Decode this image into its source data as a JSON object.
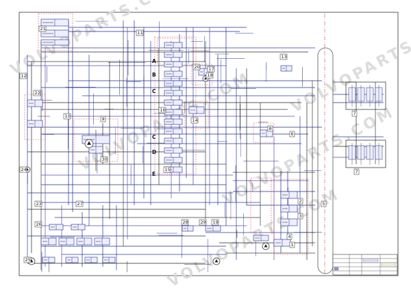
{
  "diagram": {
    "watermark": "VOLVOPARTS.COM",
    "components": [
      {
        "id": "c21",
        "label": "21",
        "kind": "box"
      },
      {
        "id": "c11",
        "label": "11",
        "kind": "box"
      },
      {
        "id": "c12",
        "label": "12",
        "kind": "box"
      },
      {
        "id": "c13",
        "label": "13",
        "kind": "box"
      },
      {
        "id": "c17",
        "label": "17",
        "kind": "box"
      },
      {
        "id": "c18",
        "label": "18",
        "kind": "box"
      },
      {
        "id": "c20",
        "label": "20",
        "kind": "box"
      },
      {
        "id": "c16",
        "label": "16",
        "kind": "box"
      },
      {
        "id": "c10",
        "label": "10",
        "kind": "box"
      },
      {
        "id": "c15",
        "label": "15",
        "kind": "box"
      },
      {
        "id": "c9",
        "label": "9",
        "kind": "box"
      },
      {
        "id": "c6",
        "label": "6",
        "kind": "box"
      },
      {
        "id": "c8",
        "label": "8",
        "kind": "box"
      },
      {
        "id": "c7a",
        "label": "7",
        "kind": "box"
      },
      {
        "id": "c7b",
        "label": "7",
        "kind": "box"
      },
      {
        "id": "c5",
        "label": "5",
        "kind": "box"
      },
      {
        "id": "c22",
        "label": "22",
        "kind": "box"
      },
      {
        "id": "c23",
        "label": "23",
        "kind": "box"
      },
      {
        "id": "c24",
        "label": "24",
        "kind": "box"
      },
      {
        "id": "c25",
        "label": "25",
        "kind": "box"
      },
      {
        "id": "c26",
        "label": "26",
        "kind": "box"
      },
      {
        "id": "c27",
        "label": "27",
        "kind": "box"
      },
      {
        "id": "c28",
        "label": "28",
        "kind": "box"
      },
      {
        "id": "c29",
        "label": "29",
        "kind": "box"
      },
      {
        "id": "c30",
        "label": "30",
        "kind": "box"
      },
      {
        "id": "c19",
        "label": "19",
        "kind": "box"
      },
      {
        "id": "c14",
        "label": "14",
        "kind": "box"
      },
      {
        "id": "c1",
        "label": "1",
        "kind": "box"
      },
      {
        "id": "c2",
        "label": "2",
        "kind": "box"
      },
      {
        "id": "c3",
        "label": "3",
        "kind": "box"
      },
      {
        "id": "c4",
        "label": "4",
        "kind": "box"
      }
    ],
    "section_letters": [
      "A",
      "B",
      "C",
      "C",
      "D",
      "E"
    ]
  }
}
